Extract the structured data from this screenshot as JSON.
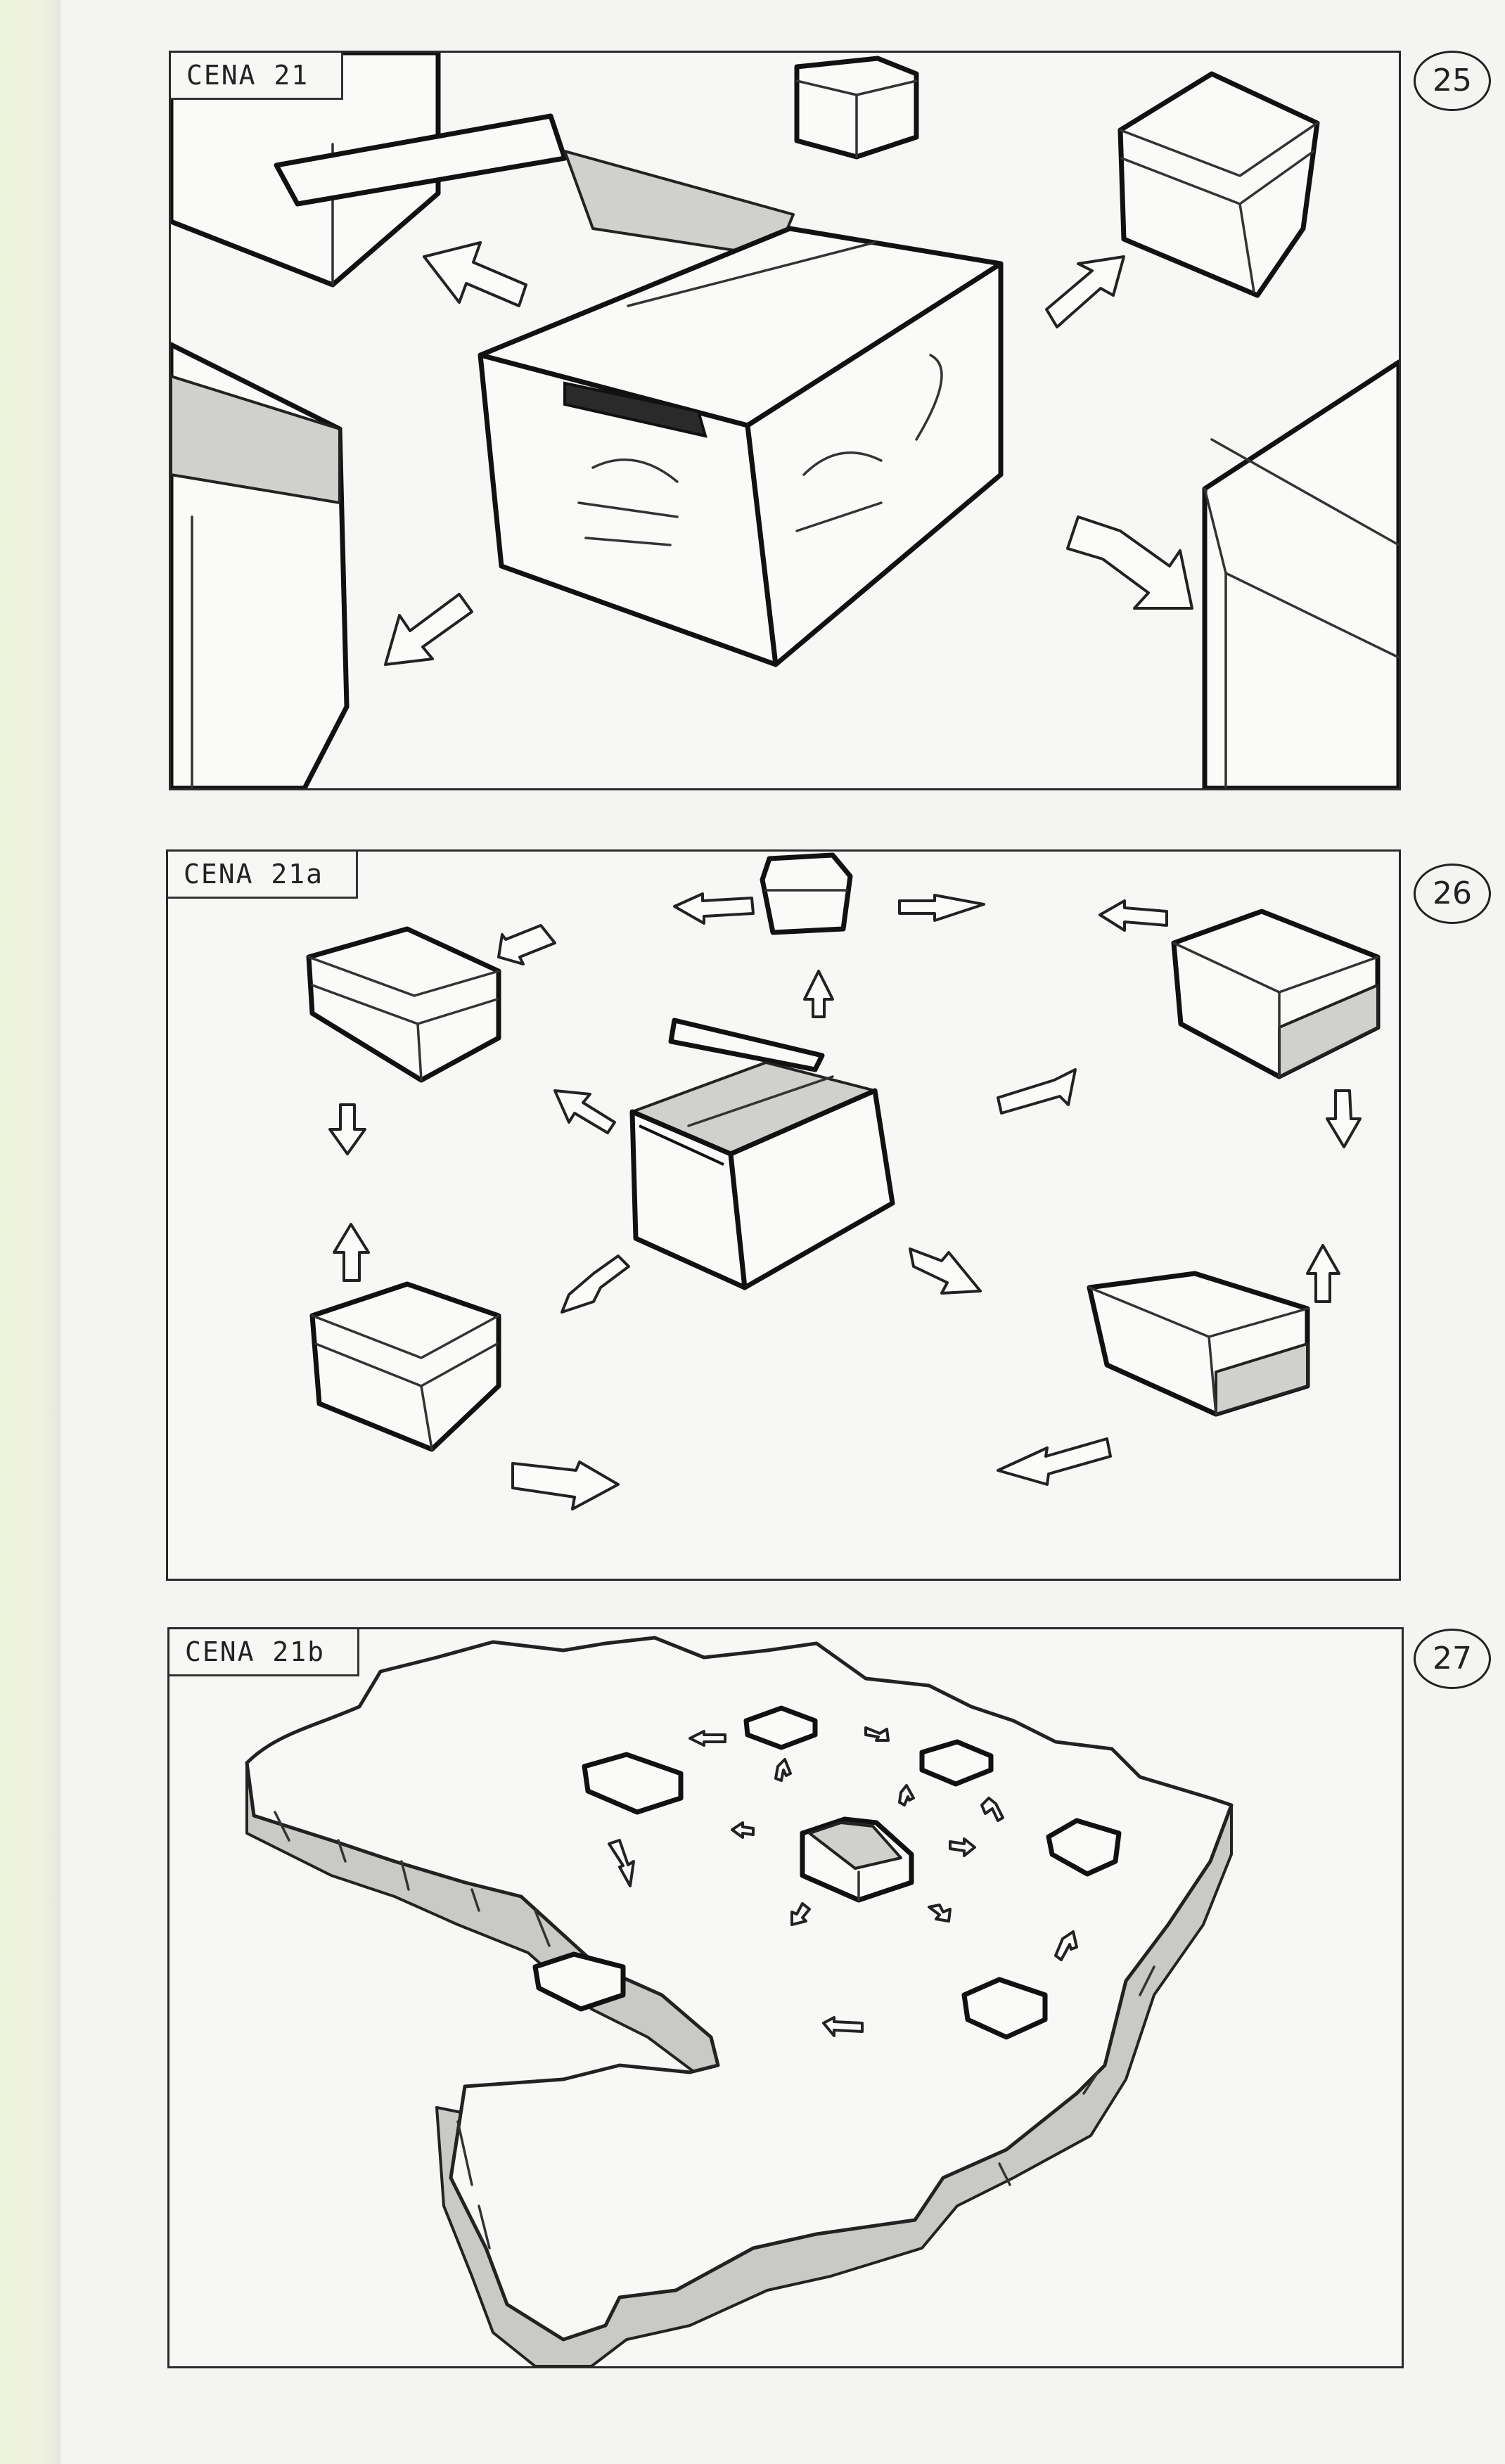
{
  "page_numbers": [
    "25",
    "26",
    "27"
  ],
  "panels": [
    {
      "label": "CENA 21"
    },
    {
      "label": "CENA 21a"
    },
    {
      "label": "CENA 21b"
    }
  ]
}
